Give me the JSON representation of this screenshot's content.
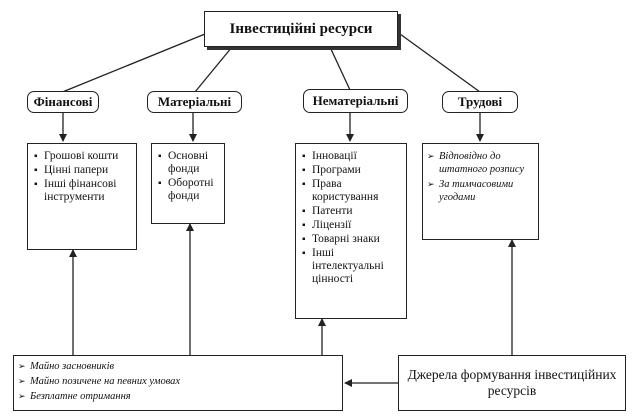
{
  "root": {
    "label": "Інвестиційні ресурси"
  },
  "categories": [
    {
      "id": "financial",
      "label": "Фінансові"
    },
    {
      "id": "material",
      "label": "Матеріальні"
    },
    {
      "id": "intangible",
      "label": "Нематеріальні"
    },
    {
      "id": "labor",
      "label": "Трудові"
    }
  ],
  "details": {
    "financial": [
      "Грошові кошти",
      "Цінні папери",
      "Інші фінансові інструменти"
    ],
    "material": [
      "Основні фонди",
      "Оборотні фонди"
    ],
    "intangible": [
      "Інновації",
      "Програми",
      "Права користування",
      "Патенти",
      "Ліцензії",
      "Товарні знаки",
      "Інші інтелектуальні цінності"
    ],
    "labor": [
      "Відповідно до штатного розпису",
      "За тимчасовими угодами"
    ]
  },
  "sources": {
    "label": "Джерела формування інвестиційних ресурсів",
    "items": [
      "Майно засновників",
      "Майно позичене на певних умовах",
      "Безплатне отримання"
    ]
  }
}
